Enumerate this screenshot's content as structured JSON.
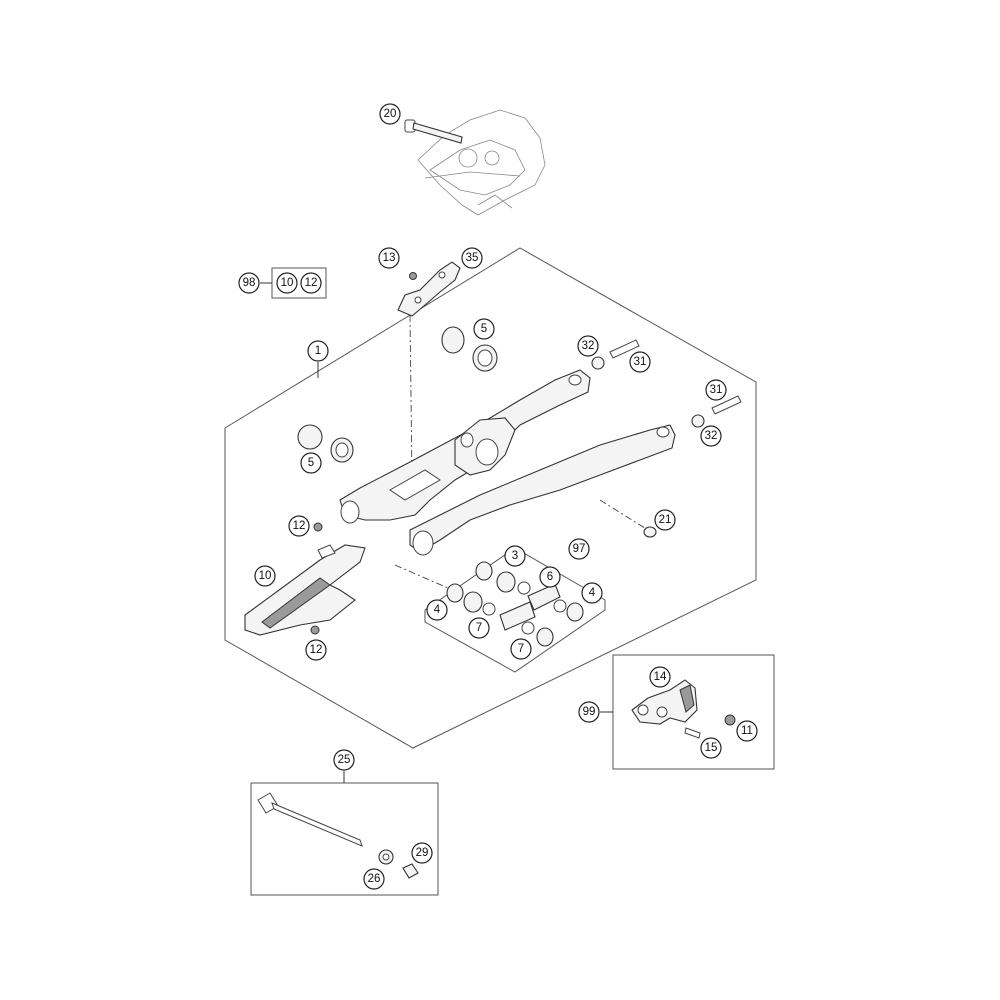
{
  "callouts": {
    "c20": "20",
    "c13": "13",
    "c35": "35",
    "c98": "98",
    "c98_10": "10",
    "c98_12": "12",
    "c1": "1",
    "c5_top": "5",
    "c5_left": "5",
    "c32_top": "32",
    "c31_top": "31",
    "c31_right": "31",
    "c32_right": "32",
    "c21": "21",
    "c12_top": "12",
    "c10": "10",
    "c12_bottom": "12",
    "c3": "3",
    "c97": "97",
    "c6": "6",
    "c4_left": "4",
    "c4_right": "4",
    "c7_left": "7",
    "c7_right": "7",
    "c14": "14",
    "c99": "99",
    "c11": "11",
    "c15": "15",
    "c25": "25",
    "c29": "29",
    "c26": "26"
  },
  "icons": {
    "swingarm": "swingarm-drawing",
    "frame_sketch": "frame-sketch-drawing",
    "chain_slider": "chain-slider-drawing",
    "chain_guide": "chain-guide-drawing",
    "axle": "swingarm-axle-drawing"
  }
}
